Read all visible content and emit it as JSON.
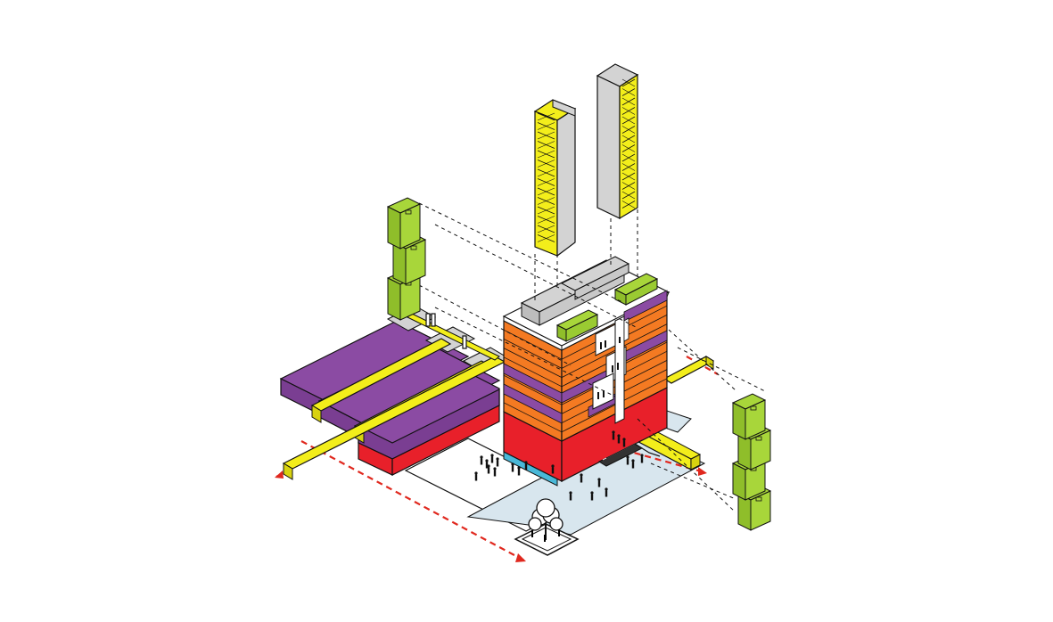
{
  "colors": {
    "purple": "#8B4BA3",
    "yellow": "#F3EE1B",
    "lime": "#A8D63A",
    "orange": "#F47A22",
    "red": "#E8202A",
    "grey": "#D3D3D3",
    "cyan": "#49B8D8",
    "plaza": "#D8E6EE",
    "line": "#111111",
    "axis": "#E0281E"
  },
  "components": [
    "purple-podium-blocks",
    "yellow-bridge-beams",
    "orange-residential-tower",
    "red-commercial-base",
    "grey-rooftop-modules",
    "yellow-structural-columns",
    "lime-stacked-modules",
    "red-site-axes",
    "entrance-stair",
    "tree",
    "people"
  ]
}
